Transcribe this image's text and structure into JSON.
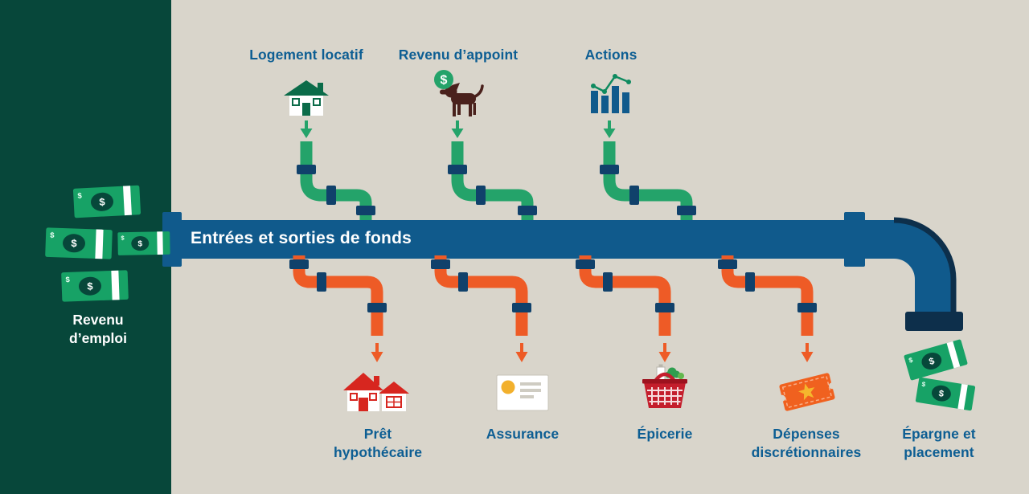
{
  "title": "Entrées et sorties de fonds",
  "colors": {
    "background": "#d9d5cb",
    "panel_green": "#07473a",
    "pipe_blue": "#105a8c",
    "coupling_navy": "#10416b",
    "inflow_green": "#24a36a",
    "outflow_orange": "#ee5b26",
    "label_blue": "#0d5e93",
    "endcap_navy": "#0d2f4b",
    "bill_green": "#17a266",
    "bill_dark": "#07473a",
    "house_green": "#0b6b49",
    "dog_brown": "#4a211c",
    "mortgage_red": "#d7261f",
    "basket_red": "#c41e2c",
    "ticket_orange": "#f0611f",
    "star_yellow": "#f5b72d",
    "card_yellow": "#f2b02c",
    "veg_green": "#2f9e4f"
  },
  "left_panel": {
    "label": "Revenu d’emploi",
    "icon": "money-bills"
  },
  "main_pipe": {
    "label": "Entrées et sorties de fonds"
  },
  "inflows": [
    {
      "label": "Logement locatif",
      "icon": "rental-house-icon"
    },
    {
      "label": "Revenu d’appoint",
      "icon": "dog-with-dollar-icon"
    },
    {
      "label": "Actions",
      "icon": "stock-chart-icon"
    }
  ],
  "outflows": [
    {
      "label": "Prêt hypothécaire",
      "icon": "mortgage-house-icon"
    },
    {
      "label": "Assurance",
      "icon": "insurance-card-icon"
    },
    {
      "label": "Épicerie",
      "icon": "grocery-basket-icon"
    },
    {
      "label": "Dépenses discrétionnaires",
      "icon": "ticket-icon"
    },
    {
      "label": "Épargne et placement",
      "icon": "money-bills-icon"
    }
  ],
  "bill": {
    "currency_symbol": "$"
  }
}
